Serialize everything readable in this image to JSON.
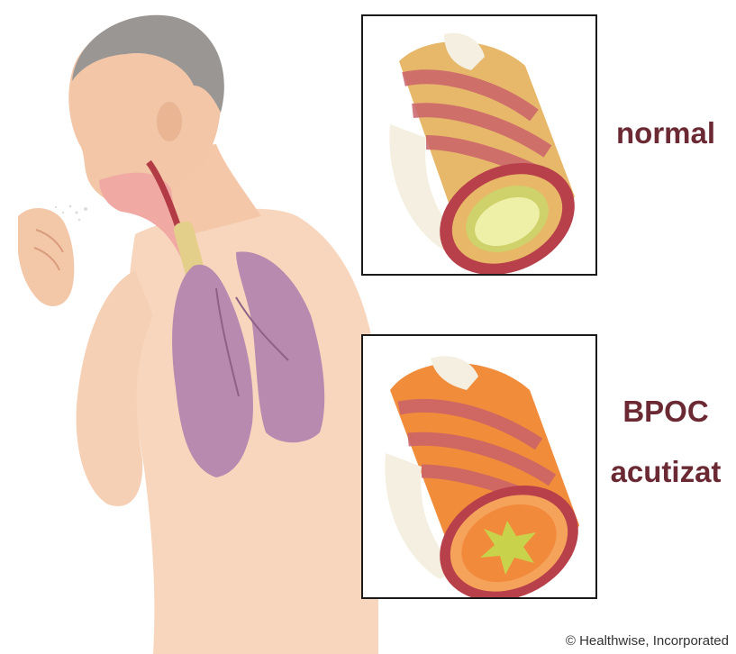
{
  "labels": {
    "normal": "normal",
    "copd_line1": "BPOC",
    "copd_line2": "acutizat"
  },
  "credit": "© Healthwise, Incorporated",
  "colors": {
    "label_text": "#6b2a33",
    "skin": "#f6cdb0",
    "lung": "#b98ab0",
    "airway_muscle": "#c9626a",
    "inflamed": "#f08c3a",
    "mucus": "#c8d24a"
  }
}
